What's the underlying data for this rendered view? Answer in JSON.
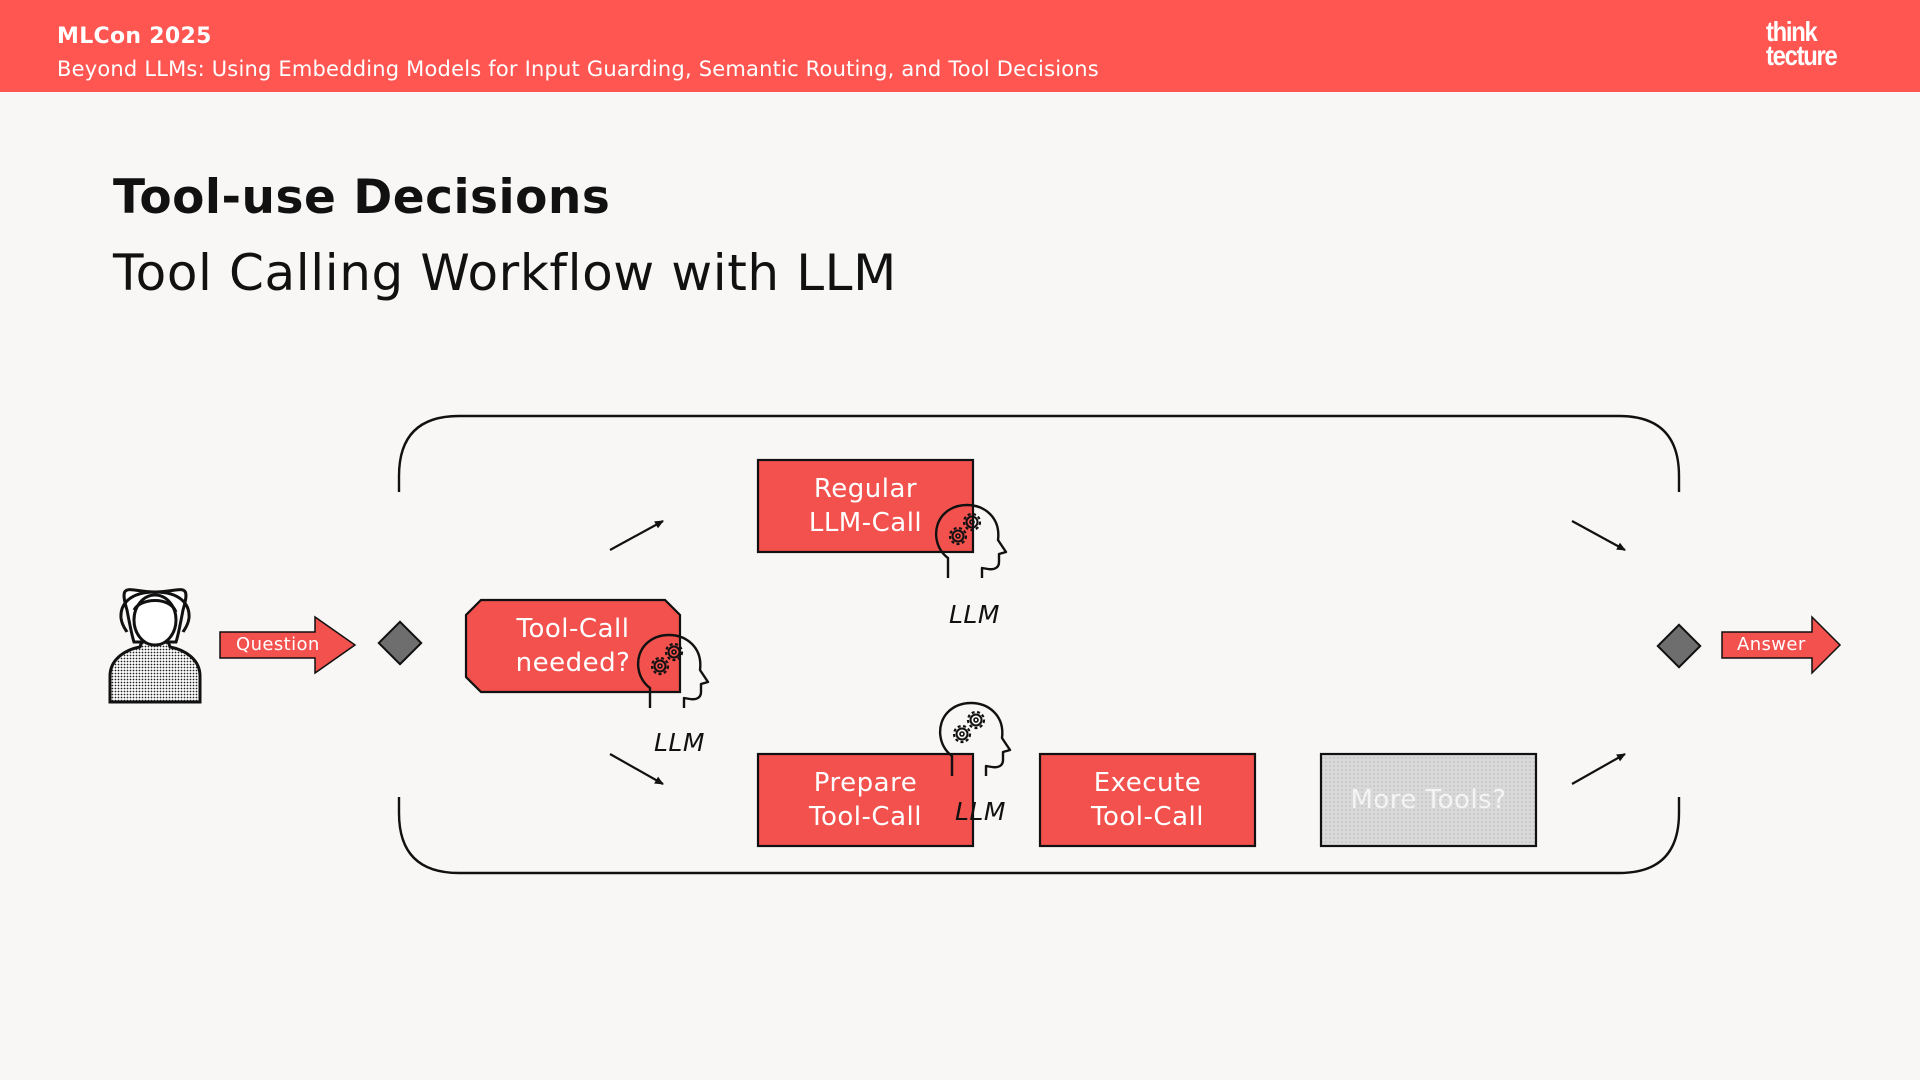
{
  "header": {
    "event": "MLCon 2025",
    "talk": "Beyond LLMs: Using Embedding Models for Input Guarding, Semantic Routing, and Tool Decisions",
    "logo_line1": "think",
    "logo_line2": "tecture"
  },
  "slide": {
    "title": "Tool-use Decisions",
    "subtitle": "Tool Calling Workflow with LLM"
  },
  "diagram": {
    "input_arrow": "Question",
    "output_arrow": "Answer",
    "decision_box": {
      "line1": "Tool-Call",
      "line2": "needed?"
    },
    "regular_box": {
      "line1": "Regular",
      "line2": "LLM-Call"
    },
    "prepare_box": {
      "line1": "Prepare",
      "line2": "Tool-Call"
    },
    "execute_box": {
      "line1": "Execute",
      "line2": "Tool-Call"
    },
    "more_box": "More Tools?",
    "llm_label": "LLM"
  },
  "colors": {
    "accent": "#ff5652",
    "box_fill": "#f2514d",
    "diamond": "#6e6e6e",
    "ghost_box": "#d4d4d4",
    "background": "#f8f7f5"
  },
  "icons": [
    "user-icon",
    "llm-head-gears-icon",
    "decision-diamond-icon"
  ]
}
